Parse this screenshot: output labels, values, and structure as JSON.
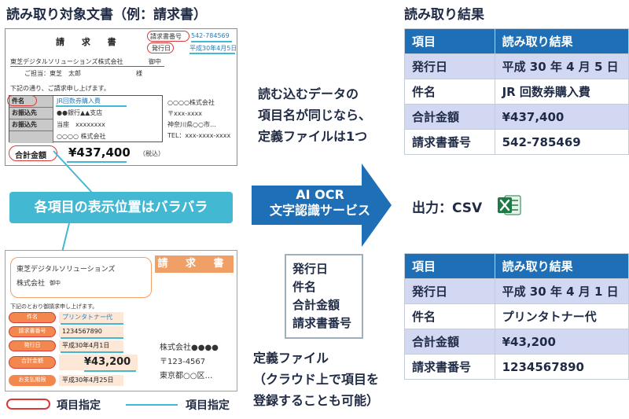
{
  "headings": {
    "left": "読み取り対象文書（例：請求書）",
    "right": "読み取り結果"
  },
  "invoice1": {
    "title": "請 求 書",
    "number_label": "請求書番号",
    "number_value": "542-784569",
    "issue_label": "発行日",
    "issue_value": "平成30年4月5日",
    "customer": "東芝デジタルソリューションズ株式会社",
    "onchu": "御中",
    "attn": "ご担当：東芝　太郎",
    "sama": "様",
    "note": "下記の通り、ご請求申し上げます。",
    "rows": [
      {
        "label": "件名",
        "value": "JR回数券購入費"
      },
      {
        "label": "お振込先",
        "value": "●●銀行▲▲支店"
      },
      {
        "label": "お振込先",
        "value": "当座　xxxxxxxx"
      },
      {
        "label": "",
        "value": "○○○○ 株式会社"
      }
    ],
    "issuer": [
      "○○○○株式会社",
      "〒xxx-xxxx",
      "神奈川県○○市…",
      "TEL：xxx-xxxx-xxxx"
    ],
    "total_label": "合計金額",
    "total_value": "¥437,400",
    "tax_note": "（税込）"
  },
  "callout": "各項目の表示位置はバラバラ",
  "invoice2": {
    "company_line1": "東芝デジタルソリューションズ",
    "company_line2": "株式会社",
    "company_onchu": "御中",
    "banner": "請 求 書",
    "note": "下記のとおり御請求申し上げます。",
    "rows": [
      {
        "label": "件名",
        "value": "プリンタトナー代"
      },
      {
        "label": "請求書番号",
        "value": "1234567890"
      },
      {
        "label": "発行日",
        "value": "平成30年4月1日"
      },
      {
        "label": "合計金額",
        "value": "¥43,200"
      },
      {
        "label": "お支払期限",
        "value": "平成30年4月25日"
      }
    ],
    "issuer": [
      "株式会社●●●●",
      "〒123-4567",
      "東京都○○区…"
    ]
  },
  "legend": {
    "red": "項目指定",
    "blue": "項目指定"
  },
  "middle": {
    "explain": [
      "読む込むデータの",
      "項目名が同じなら、",
      "定義ファイルは1つ"
    ],
    "arrow_line1": "AI OCR",
    "arrow_line2": "文字認識サービス",
    "output": "出力：CSV",
    "definition_items": [
      "発行日",
      "件名",
      "合計金額",
      "請求書番号"
    ],
    "definition_caption": [
      "定義ファイル",
      "（クラウド上で項目を",
      "登録することも可能）"
    ]
  },
  "result1": {
    "header": [
      "項目",
      "読み取り結果"
    ],
    "rows": [
      [
        "発行日",
        "平成 30 年 4 月 5 日"
      ],
      [
        "件名",
        "JR 回数券購入費"
      ],
      [
        "合計金額",
        "¥437,400"
      ],
      [
        "請求書番号",
        "542-785469"
      ]
    ]
  },
  "result2": {
    "header": [
      "項目",
      "読み取り結果"
    ],
    "rows": [
      [
        "発行日",
        "平成 30 年 4 月 1 日"
      ],
      [
        "件名",
        "プリンタトナー代"
      ],
      [
        "合計金額",
        "¥43,200"
      ],
      [
        "請求書番号",
        "1234567890"
      ]
    ]
  },
  "colors": {
    "navy": "#1f2a44",
    "blue": "#1e6fb5",
    "cyan": "#43b8d2",
    "red": "#d83a3a",
    "orange": "#f2884d",
    "shade": "#d3d8f2",
    "excel": "#1e7b45"
  },
  "icons": {
    "excel": "excel-icon"
  }
}
